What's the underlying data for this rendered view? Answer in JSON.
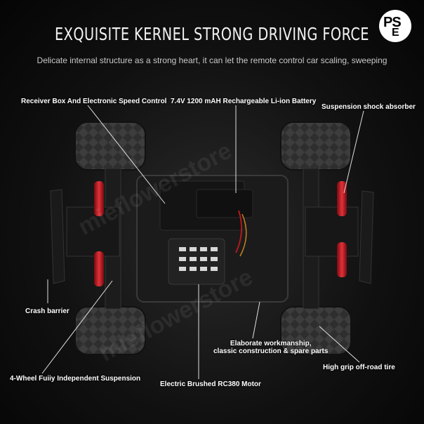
{
  "header": {
    "title": "EXQUISITE KERNEL STRONG DRIVING FORCE",
    "subtitle": "Delicate internal structure as a strong heart, it can let the remote control car scaling, sweeping"
  },
  "badge": {
    "ps": "PS",
    "e": "E"
  },
  "labels": {
    "receiver": "Receiver Box And Electronic Speed Control",
    "battery": "7.4V 1200 mAH Rechargeable Li-ion Battery",
    "shock": "Suspension shock absorber",
    "crash": "Crash barrier",
    "workmanship_1": "Elaborate workmanship,",
    "workmanship_2": "classic construction & spare parts",
    "tire": "High grip off-road tire",
    "suspension": "4-Wheel Fuiiy Independent Suspension",
    "motor": "Electric Brushed RC380 Motor"
  },
  "watermark": {
    "text_1": "mieflowerstore",
    "text_2": "mieflowerstore"
  },
  "colors": {
    "shock_red": "#c0121b",
    "chassis": "#1e1e1e",
    "tire": "#2b2b2b"
  }
}
